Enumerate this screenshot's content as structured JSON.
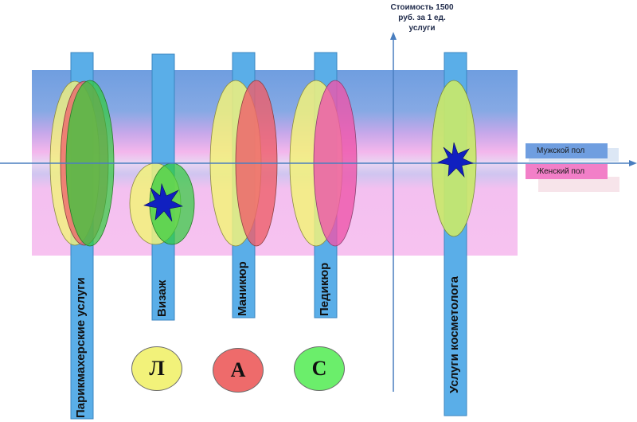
{
  "y_axis_title": [
    "Стоимость 1500",
    "руб. за 1 ед.",
    "услуги"
  ],
  "legend": {
    "male": "Мужской пол",
    "female": "Женский пол"
  },
  "categories": [
    "Парикмахерские услуги",
    "Визаж",
    "Маникюр",
    "Педикюр",
    "Услуги косметолога"
  ],
  "segment_circles": [
    {
      "letter": "Л",
      "color": "#f2f27a"
    },
    {
      "letter": "А",
      "color": "#ee6b6b"
    },
    {
      "letter": "С",
      "color": "#6bee6b"
    }
  ],
  "colors": {
    "male_band": "#6f9ee0",
    "female_band": "#f5b8ec",
    "column_bar": "#5aaee8",
    "yellow_segment": "#f2f27a",
    "red_segment": "#ee5f6a",
    "green_segment": "#55dd55",
    "magenta_segment": "#ee55aa",
    "axis": "#4a7ebf",
    "star": "#1020c0"
  }
}
